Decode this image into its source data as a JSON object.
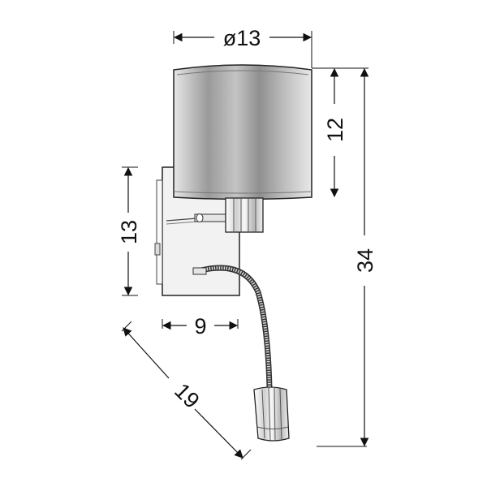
{
  "diagram": {
    "subject": "wall lamp with drum shade and flexible reading light",
    "units": "cm",
    "dimensions": {
      "shade_diameter": "ø13",
      "shade_height": "12",
      "total_height": "34",
      "wall_plate_height": "13",
      "wall_plate_depth": "9",
      "flex_arm_length": "19"
    },
    "colors": {
      "line": "#111111",
      "shade_fill": "#b8b8b8",
      "plate_fill": "#f2f2f2",
      "background": "#ffffff"
    }
  }
}
